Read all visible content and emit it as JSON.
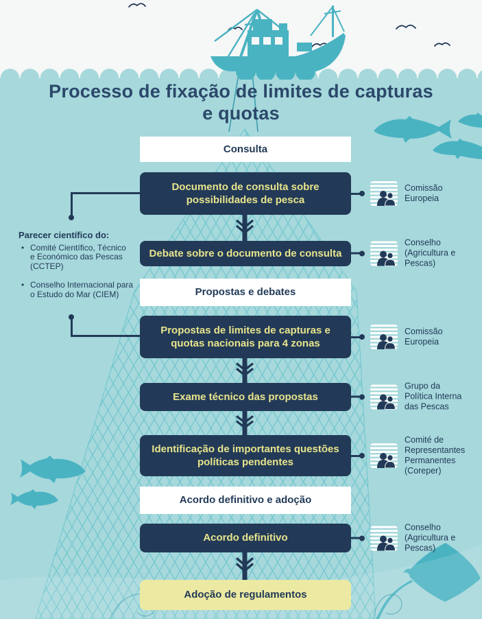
{
  "title": "Processo de fixação de limites de capturas\ne quotas",
  "sections": {
    "s1": "Consulta",
    "s2": "Propostas e debates",
    "s3": "Acordo definitivo e adoção"
  },
  "steps": {
    "b1": "Documento de consulta sobre\npossibilidades de pesca",
    "b2": "Debate sobre o documento de consulta",
    "b3": "Propostas de limites de capturas e\nquotas nacionais para 4 zonas",
    "b4": "Exame técnico das propostas",
    "b5": "Identificação de importantes questões\npolíticas pendentes",
    "b6": "Acordo definitivo",
    "b7": "Adoção de regulamentos"
  },
  "actors": {
    "a1": "Comissão\nEuropeia",
    "a2": "Conselho\n(Agricultura e\nPescas)",
    "a3": "Comissão\nEuropeia",
    "a4": "Grupo da\nPolítica Interna\ndas Pescas",
    "a5": "Comité de\nRepresentantes\nPermanentes\n(Coreper)",
    "a6": "Conselho\n(Agricultura e\nPescas)"
  },
  "science_note": {
    "heading": "Parecer científico do:",
    "bullet": "•",
    "items": {
      "i1": "Comité Científico, Técnico\ne Económico das Pescas\n(CCTEP)",
      "i2": "Conselho Internacional para\no Estudo do Mar (CIEM)"
    }
  },
  "colors": {
    "background_teal": "#a6d8dc",
    "header_white": "#f6f7f7",
    "box_navy": "#223a57",
    "box_text_yellow": "#e8e48c",
    "final_box_yellow": "#ece9a2",
    "decor_teal": "#4ab3c2",
    "net_line_teal": "#5fc0ca"
  }
}
